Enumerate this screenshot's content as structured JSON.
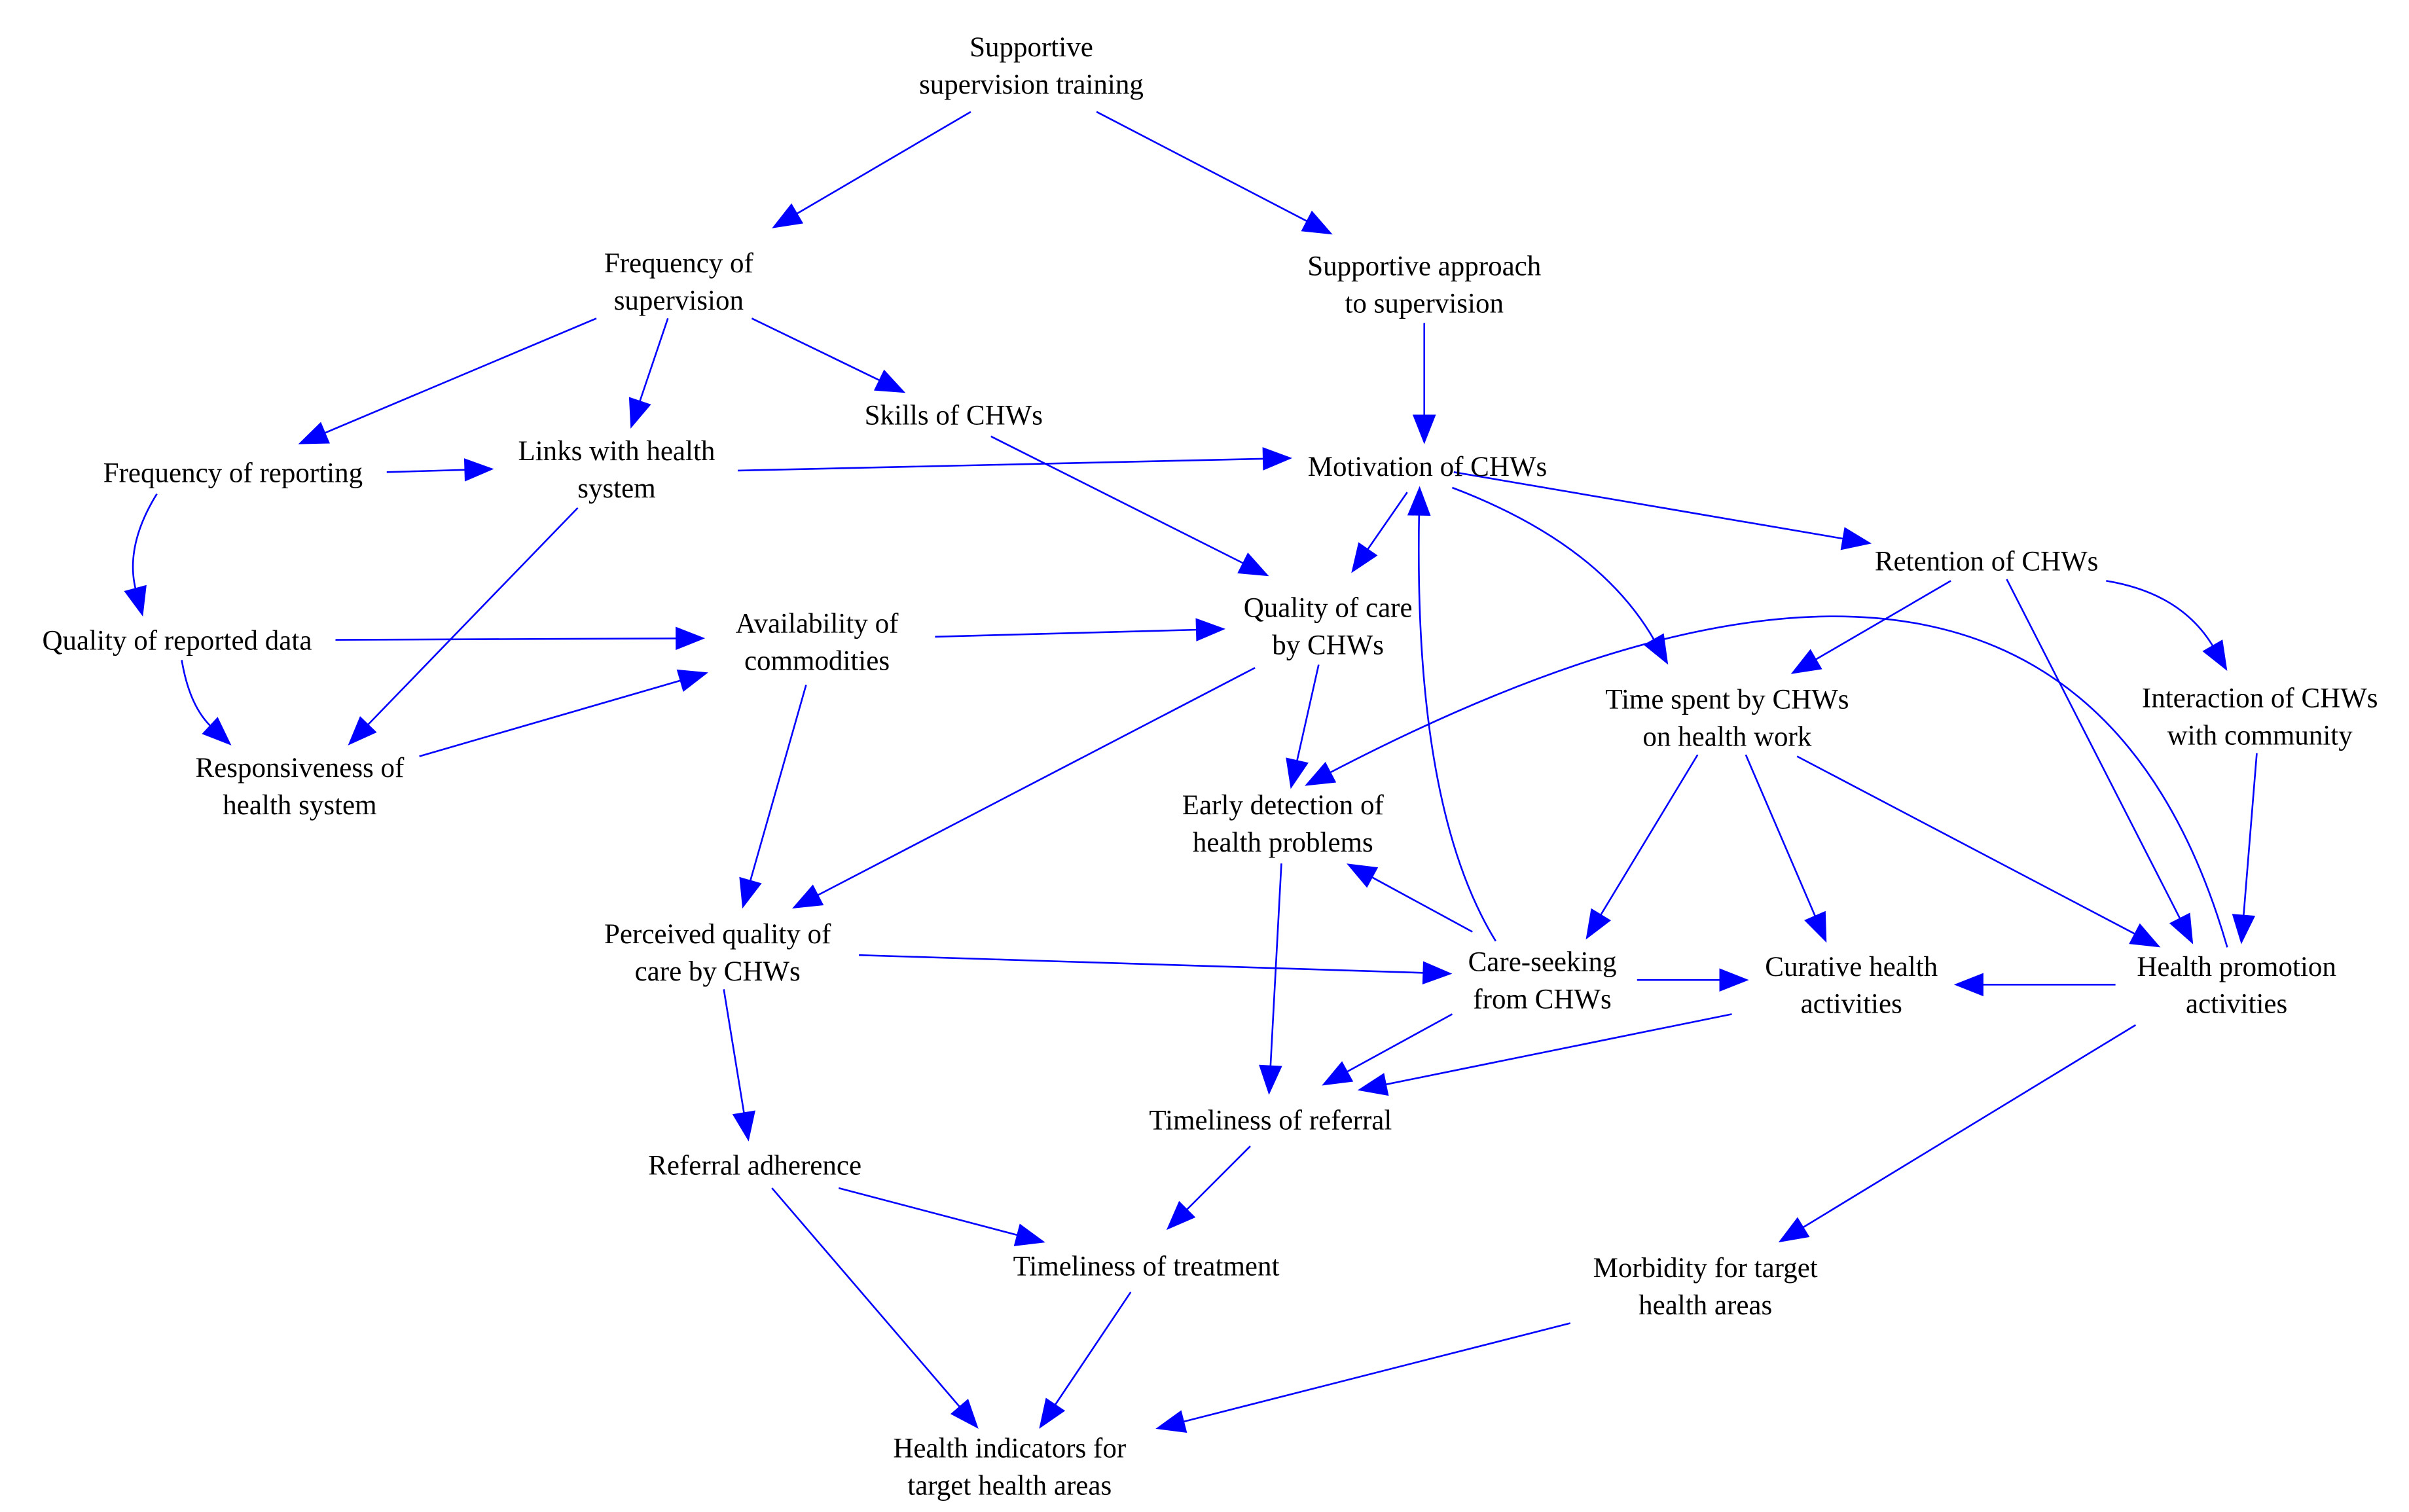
{
  "colors": {
    "edge": "#0000ff",
    "text": "#000000",
    "background": "#ffffff"
  },
  "nodes": {
    "supervision_training": {
      "lines": [
        "Supportive",
        "supervision training"
      ]
    },
    "frequency_supervision": {
      "lines": [
        "Frequency of",
        "supervision"
      ]
    },
    "supportive_approach": {
      "lines": [
        "Supportive approach",
        "to supervision"
      ]
    },
    "frequency_reporting": {
      "lines": [
        "Frequency of reporting"
      ]
    },
    "links_health_system": {
      "lines": [
        "Links with health",
        "system"
      ]
    },
    "skills_chws": {
      "lines": [
        "Skills of CHWs"
      ]
    },
    "motivation_chws": {
      "lines": [
        "Motivation of CHWs"
      ]
    },
    "quality_reported_data": {
      "lines": [
        "Quality of reported data"
      ]
    },
    "availability_commodities": {
      "lines": [
        "Availability of",
        "commodities"
      ]
    },
    "quality_care": {
      "lines": [
        "Quality of care",
        "by CHWs"
      ]
    },
    "retention_chws": {
      "lines": [
        "Retention of CHWs"
      ]
    },
    "responsiveness": {
      "lines": [
        "Responsiveness of",
        "health system"
      ]
    },
    "time_spent": {
      "lines": [
        "Time spent by CHWs",
        "on health work"
      ]
    },
    "interaction_community": {
      "lines": [
        "Interaction of CHWs",
        "with community"
      ]
    },
    "early_detection": {
      "lines": [
        "Early detection of",
        "health problems"
      ]
    },
    "perceived_quality": {
      "lines": [
        "Perceived quality of",
        "care by CHWs"
      ]
    },
    "care_seeking": {
      "lines": [
        "Care-seeking",
        "from CHWs"
      ]
    },
    "curative_activities": {
      "lines": [
        "Curative health",
        "activities"
      ]
    },
    "promotion_activities": {
      "lines": [
        "Health promotion",
        "activities"
      ]
    },
    "timeliness_referral": {
      "lines": [
        "Timeliness of referral"
      ]
    },
    "referral_adherence": {
      "lines": [
        "Referral adherence"
      ]
    },
    "timeliness_treatment": {
      "lines": [
        "Timeliness of treatment"
      ]
    },
    "morbidity": {
      "lines": [
        "Morbidity for target",
        "health areas"
      ]
    },
    "health_indicators": {
      "lines": [
        "Health indicators for",
        "target health areas"
      ]
    }
  },
  "edges": [
    {
      "from": "supervision_training",
      "to": "frequency_supervision"
    },
    {
      "from": "supervision_training",
      "to": "supportive_approach"
    },
    {
      "from": "frequency_supervision",
      "to": "frequency_reporting"
    },
    {
      "from": "frequency_supervision",
      "to": "links_health_system"
    },
    {
      "from": "frequency_supervision",
      "to": "skills_chws"
    },
    {
      "from": "supportive_approach",
      "to": "motivation_chws"
    },
    {
      "from": "frequency_reporting",
      "to": "links_health_system"
    },
    {
      "from": "frequency_reporting",
      "to": "quality_reported_data"
    },
    {
      "from": "links_health_system",
      "to": "motivation_chws"
    },
    {
      "from": "links_health_system",
      "to": "responsiveness"
    },
    {
      "from": "skills_chws",
      "to": "quality_care"
    },
    {
      "from": "motivation_chws",
      "to": "quality_care"
    },
    {
      "from": "motivation_chws",
      "to": "retention_chws"
    },
    {
      "from": "motivation_chws",
      "to": "time_spent"
    },
    {
      "from": "quality_reported_data",
      "to": "availability_commodities"
    },
    {
      "from": "quality_reported_data",
      "to": "responsiveness"
    },
    {
      "from": "responsiveness",
      "to": "availability_commodities"
    },
    {
      "from": "availability_commodities",
      "to": "quality_care"
    },
    {
      "from": "availability_commodities",
      "to": "perceived_quality"
    },
    {
      "from": "quality_care",
      "to": "early_detection"
    },
    {
      "from": "quality_care",
      "to": "perceived_quality"
    },
    {
      "from": "retention_chws",
      "to": "time_spent"
    },
    {
      "from": "retention_chws",
      "to": "interaction_community"
    },
    {
      "from": "retention_chws",
      "to": "promotion_activities"
    },
    {
      "from": "promotion_activities",
      "to": "early_detection"
    },
    {
      "from": "interaction_community",
      "to": "promotion_activities"
    },
    {
      "from": "time_spent",
      "to": "care_seeking"
    },
    {
      "from": "time_spent",
      "to": "curative_activities"
    },
    {
      "from": "time_spent",
      "to": "promotion_activities"
    },
    {
      "from": "care_seeking",
      "to": "motivation_chws"
    },
    {
      "from": "care_seeking",
      "to": "early_detection"
    },
    {
      "from": "care_seeking",
      "to": "curative_activities"
    },
    {
      "from": "care_seeking",
      "to": "timeliness_referral"
    },
    {
      "from": "perceived_quality",
      "to": "care_seeking"
    },
    {
      "from": "perceived_quality",
      "to": "referral_adherence"
    },
    {
      "from": "early_detection",
      "to": "timeliness_referral"
    },
    {
      "from": "curative_activities",
      "to": "timeliness_referral"
    },
    {
      "from": "promotion_activities",
      "to": "curative_activities"
    },
    {
      "from": "promotion_activities",
      "to": "morbidity"
    },
    {
      "from": "timeliness_referral",
      "to": "timeliness_treatment"
    },
    {
      "from": "referral_adherence",
      "to": "timeliness_treatment"
    },
    {
      "from": "referral_adherence",
      "to": "health_indicators"
    },
    {
      "from": "timeliness_treatment",
      "to": "health_indicators"
    },
    {
      "from": "morbidity",
      "to": "health_indicators"
    }
  ]
}
